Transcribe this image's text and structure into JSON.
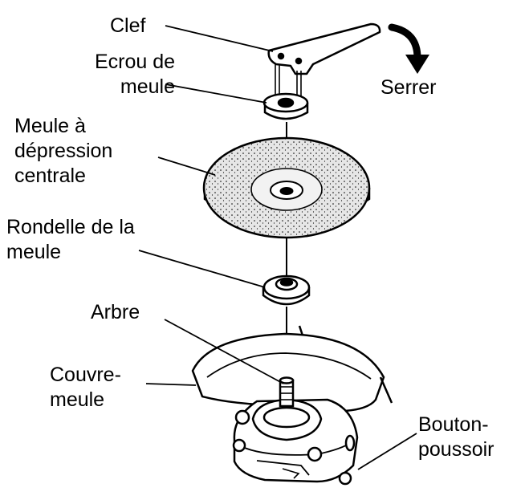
{
  "labels": {
    "clef": "Clef",
    "ecrou": [
      "Ecrou de",
      "meule"
    ],
    "serrer": "Serrer",
    "meule_depression": [
      "Meule à",
      "dépression",
      "centrale"
    ],
    "rondelle": [
      "Rondelle de la",
      "meule"
    ],
    "arbre": "Arbre",
    "couvre_meule": [
      "Couvre-",
      "meule"
    ],
    "bouton": [
      "Bouton-",
      "poussoir"
    ]
  },
  "colors": {
    "ink": "#000000",
    "paper": "#ffffff",
    "wheel_fill": "#e6e6e6"
  }
}
